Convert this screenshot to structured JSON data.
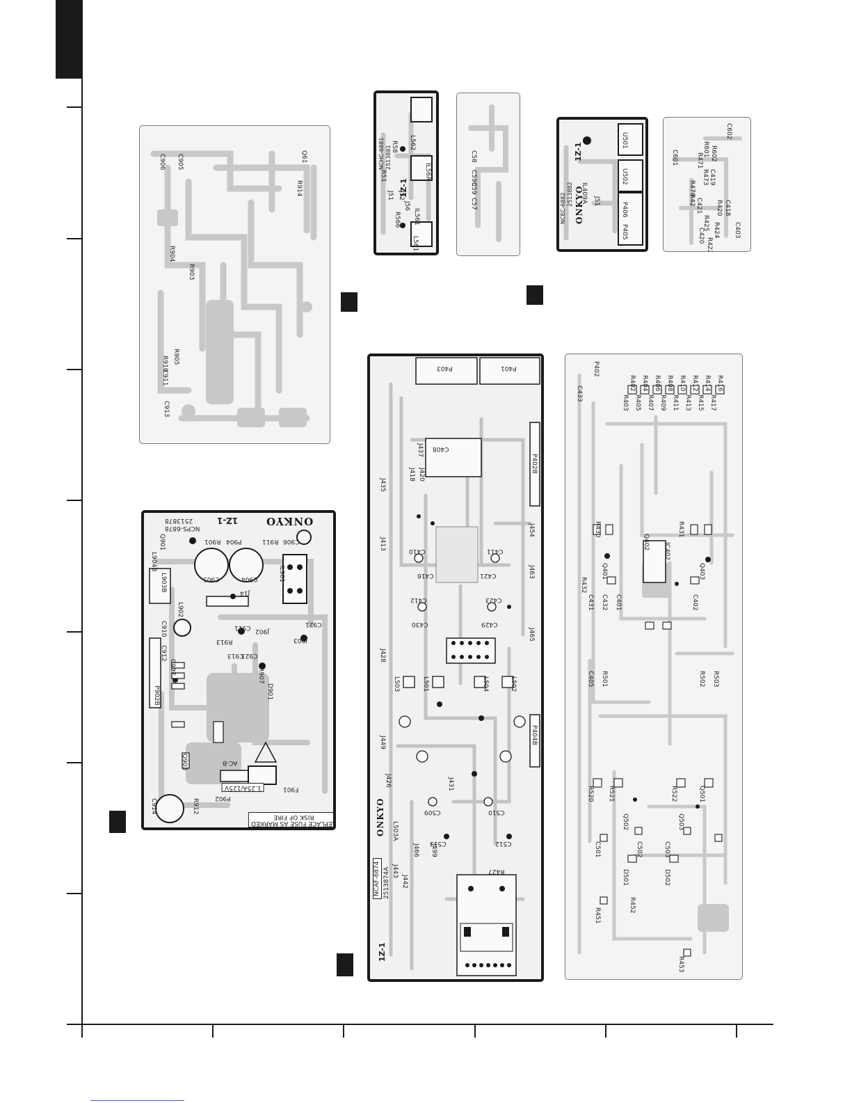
{
  "boards": {
    "top_left": {
      "labels": [
        "C906",
        "C905",
        "R914",
        "Q61",
        "R904",
        "R903",
        "R905",
        "R910",
        "C911",
        "C913"
      ]
    },
    "power": {
      "brand": "ONKYO",
      "part_no": "NCPS-6878",
      "part_code": "2513878",
      "rev": "1Z-1",
      "warning_line1": "REPLACE FUSE AS MARKED",
      "warning_line2": "RISK OF FIRE",
      "fuse_rating": "1.25A/125V",
      "fuse_label": "F901",
      "ac_label": "AC-B",
      "labels": [
        "R901",
        "C905",
        "P904",
        "C904",
        "R911",
        "C906",
        "L904B",
        "L903B",
        "Q901",
        "L902",
        "IL901",
        "J14",
        "J902",
        "J903",
        "C910",
        "C911",
        "C912",
        "C913",
        "C914",
        "R912",
        "R913",
        "P902",
        "Q903",
        "C921",
        "C923",
        "R907",
        "C907",
        "P902B",
        "D901"
      ]
    },
    "small_a": {
      "part_no": "NCHC-6881",
      "part_code": "2513881",
      "rev": "1Z-1",
      "labels": [
        "R58",
        "L562",
        "R51",
        "J51",
        "J52",
        "J56",
        "R566",
        "L561",
        "IL561",
        "IL56A"
      ]
    },
    "small_b": {
      "labels": [
        "C58",
        "C590",
        "C57",
        "C59"
      ]
    },
    "small_c": {
      "part_no": "NCEC-6882",
      "part_code": "2513882",
      "brand": "ONKYO",
      "rev": "1Z-1",
      "labels": [
        "U501",
        "U502",
        "P406",
        "J51",
        "P405",
        "IL409A"
      ]
    },
    "small_d": {
      "labels": [
        "C601",
        "R601",
        "R602",
        "C602",
        "R473",
        "C419",
        "R471",
        "R470",
        "R420",
        "C418",
        "R42",
        "C421",
        "R425",
        "R424",
        "C420",
        "R422",
        "C403"
      ]
    },
    "main_front": {
      "brand": "ONKYO",
      "part_no": "NCAF-6874",
      "part_code": "2513874A",
      "rev": "1Z-1",
      "labels": [
        "P403",
        "P401",
        "P402B",
        "P404B",
        "C408",
        "J437",
        "J418",
        "J435",
        "J420",
        "J413",
        "C410",
        "C411",
        "C412",
        "C416",
        "C430",
        "C429",
        "C421",
        "C423",
        "J428",
        "J449",
        "L503",
        "L501",
        "L502",
        "L504",
        "J431",
        "C509",
        "C510",
        "C512",
        "C513",
        "L503A",
        "J466",
        "J499",
        "R427",
        "J443",
        "J442",
        "J426",
        "J465",
        "J454",
        "J463"
      ]
    },
    "main_back": {
      "labels": [
        "P402",
        "C433",
        "R403",
        "R405",
        "R407",
        "R409",
        "R411",
        "R413",
        "R415",
        "R417",
        "R402",
        "R404",
        "R406",
        "R408",
        "R410",
        "R412",
        "R414",
        "R416",
        "Q403",
        "Q402",
        "Q401",
        "IC402",
        "R430",
        "R431",
        "R432",
        "C431",
        "C432",
        "C401",
        "C402",
        "C405",
        "R501",
        "R502",
        "R503",
        "R520",
        "R521",
        "R522",
        "Q501",
        "Q502",
        "Q503",
        "C501",
        "C502",
        "C503",
        "D501",
        "D502",
        "R451",
        "R452",
        "R453"
      ]
    }
  }
}
